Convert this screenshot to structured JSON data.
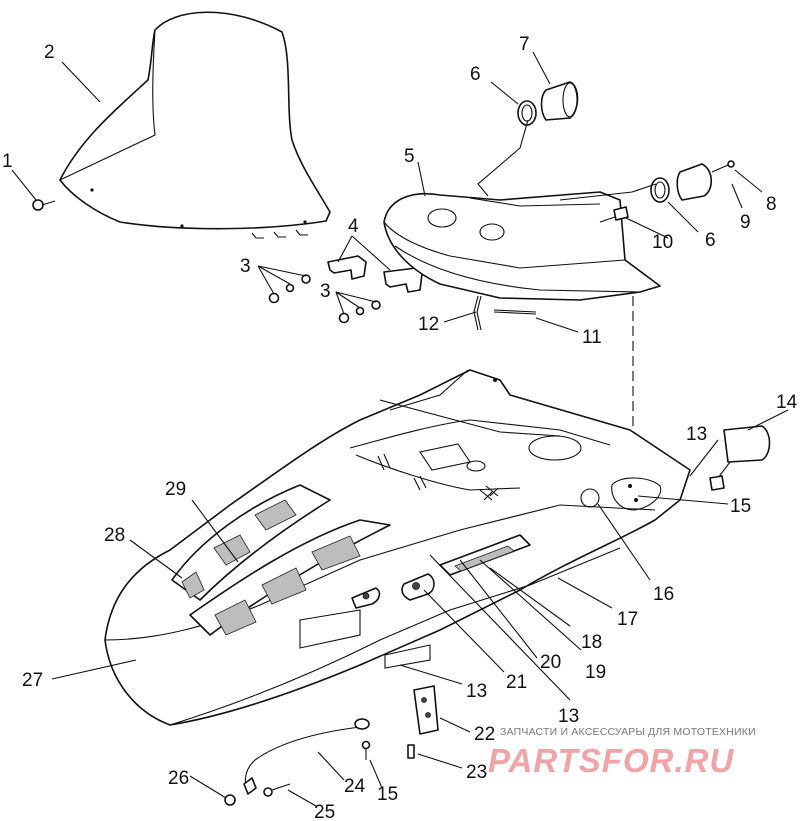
{
  "callouts": [
    {
      "id": "c1",
      "text": "1"
    },
    {
      "id": "c2",
      "text": "2"
    },
    {
      "id": "c3a",
      "text": "3"
    },
    {
      "id": "c3b",
      "text": "3"
    },
    {
      "id": "c4",
      "text": "4"
    },
    {
      "id": "c5",
      "text": "5"
    },
    {
      "id": "c6a",
      "text": "6"
    },
    {
      "id": "c6b",
      "text": "6"
    },
    {
      "id": "c7",
      "text": "7"
    },
    {
      "id": "c8",
      "text": "8"
    },
    {
      "id": "c9",
      "text": "9"
    },
    {
      "id": "c10",
      "text": "10"
    },
    {
      "id": "c11",
      "text": "11"
    },
    {
      "id": "c12",
      "text": "12"
    },
    {
      "id": "c13a",
      "text": "13"
    },
    {
      "id": "c13b",
      "text": "13"
    },
    {
      "id": "c13c",
      "text": "13"
    },
    {
      "id": "c14",
      "text": "14"
    },
    {
      "id": "c15a",
      "text": "15"
    },
    {
      "id": "c15b",
      "text": "15"
    },
    {
      "id": "c16",
      "text": "16"
    },
    {
      "id": "c17",
      "text": "17"
    },
    {
      "id": "c18",
      "text": "18"
    },
    {
      "id": "c19",
      "text": "19"
    },
    {
      "id": "c20",
      "text": "20"
    },
    {
      "id": "c21",
      "text": "21"
    },
    {
      "id": "c22",
      "text": "22"
    },
    {
      "id": "c23",
      "text": "23"
    },
    {
      "id": "c24",
      "text": "24"
    },
    {
      "id": "c25",
      "text": "25"
    },
    {
      "id": "c26",
      "text": "26"
    },
    {
      "id": "c27",
      "text": "27"
    },
    {
      "id": "c28",
      "text": "28"
    },
    {
      "id": "c29",
      "text": "29"
    }
  ],
  "watermark": {
    "tagline": "ЗАПЧАСТИ И АКСЕССУАРЫ ДЛЯ МОТОТЕХНИКИ",
    "logo": "PARTSFOR.RU",
    "logo_color": "#f1a3a6"
  }
}
